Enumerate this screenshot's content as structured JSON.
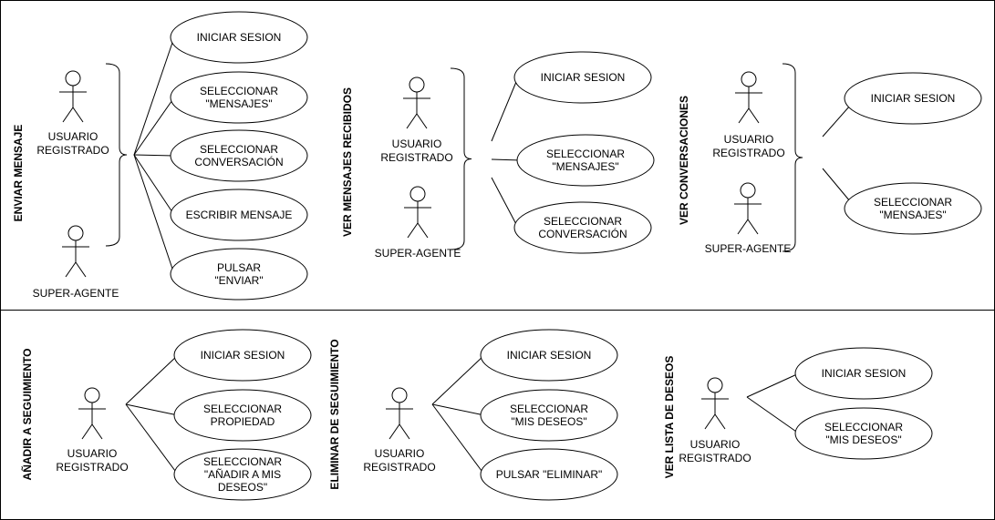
{
  "panels": [
    {
      "title": "ENVIAR MENSAJE",
      "actors": [
        "USUARIO REGISTRADO",
        "SUPER-AGENTE"
      ],
      "use_cases": [
        "INICIAR SESION",
        "SELECCIONAR \"MENSAJES\"",
        "SELECCIONAR CONVERSACIÓN",
        "ESCRIBIR MENSAJE",
        "PULSAR \"ENVIAR\""
      ]
    },
    {
      "title": "VER MENSAJES RECIBIDOS",
      "actors": [
        "USUARIO REGISTRADO",
        "SUPER-AGENTE"
      ],
      "use_cases": [
        "INICIAR SESION",
        "SELECCIONAR \"MENSAJES\"",
        "SELECCIONAR CONVERSACIÓN"
      ]
    },
    {
      "title": "VER CONVERSACIONES",
      "actors": [
        "USUARIO REGISTRADO",
        "SUPER-AGENTE"
      ],
      "use_cases": [
        "INICIAR SESION",
        "SELECCIONAR \"MENSAJES\""
      ]
    },
    {
      "title": "AÑADIR A SEGUIMIENTO",
      "actors": [
        "USUARIO REGISTRADO"
      ],
      "use_cases": [
        "INICIAR SESION",
        "SELECCIONAR PROPIEDAD",
        "SELECCIONAR \"AÑADIR A MIS DESEOS\""
      ]
    },
    {
      "title": "ELIMINAR DE SEGUIMIENTO",
      "actors": [
        "USUARIO REGISTRADO"
      ],
      "use_cases": [
        "INICIAR SESION",
        "SELECCIONAR \"MIS DESEOS\"",
        "PULSAR \"ELIMINAR\""
      ]
    },
    {
      "title": "VER LISTA DE DESEOS",
      "actors": [
        "USUARIO REGISTRADO"
      ],
      "use_cases": [
        "INICIAR SESION",
        "SELECCIONAR \"MIS DESEOS\""
      ]
    }
  ]
}
